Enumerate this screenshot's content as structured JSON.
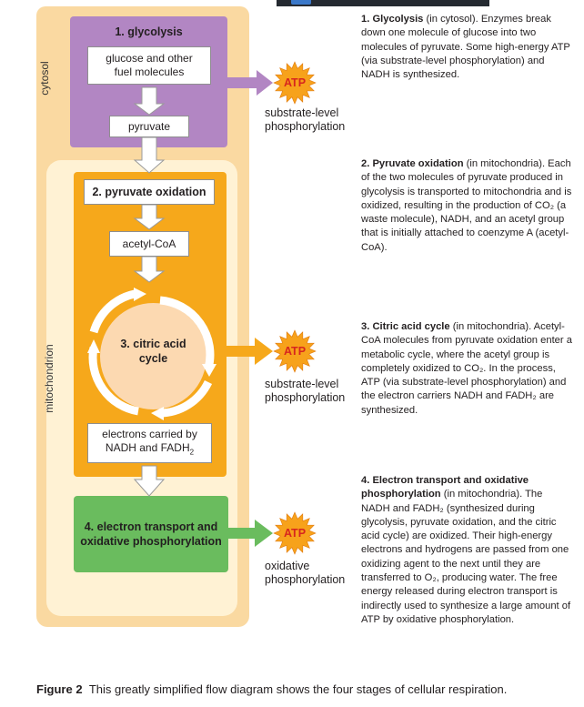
{
  "regions": {
    "cytosol": "cytosol",
    "mitochondrion": "mitochondrion"
  },
  "stages": {
    "glycolysis": "1. glycolysis",
    "glucose": "glucose and other fuel molecules",
    "pyruvate": "pyruvate",
    "pyruvate_oxidation": "2. pyruvate oxidation",
    "acetyl_coa": "acetyl-CoA",
    "citric_acid_cycle": "3. citric acid cycle",
    "electrons": "electrons carried by NADH and FADH",
    "electrons_sub": "2",
    "etc": "4. electron transport and oxidative phosphorylation"
  },
  "atp": {
    "label": "ATP",
    "substrate_level": "substrate-level phosphorylation",
    "oxidative": "oxidative phosphorylation"
  },
  "descriptions": [
    {
      "title": "1. Glycolysis",
      "text": "(in cytosol). Enzymes break down one molecule of glucose into two molecules of pyruvate. Some high-energy ATP (via substrate-level phosphorylation) and NADH is synthesized."
    },
    {
      "title": "2. Pyruvate oxidation",
      "text": "(in mitochondria). Each of the two molecules of pyruvate produced in glycolysis is transported to mitochondria and is oxidized, resulting in the production of CO₂ (a waste molecule), NADH, and an acetyl group that is initially attached to coenzyme A (acetyl-CoA)."
    },
    {
      "title": "3. Citric acid cycle",
      "text": "(in mitochondria). Acetyl-CoA molecules from pyruvate oxidation enter a metabolic cycle, where the acetyl group is completely oxidized to CO₂. In the process, ATP (via substrate-level phosphorylation) and the electron carriers NADH and FADH₂ are synthesized."
    },
    {
      "title": "4. Electron transport and oxidative phosphorylation",
      "text": "(in mitochondria). The NADH and FADH₂ (synthesized during glycolysis, pyruvate oxidation, and the citric acid cycle) are oxidized. Their high-energy electrons and hydrogens are passed from one oxidizing agent to the next until they are transferred to O₂, producing water. The free energy released during electron transport is indirectly used to synthesize a large amount of ATP by oxidative phosphorylation."
    }
  ],
  "caption": {
    "label": "Figure 2",
    "text": "This greatly simplified flow diagram shows the four stages of cellular respiration."
  },
  "colors": {
    "cytosol_bg": "#fad9a1",
    "glycolysis": "#b286c3",
    "mitochondria": "#f6a81b",
    "etc": "#6abc5e",
    "atp_star": "#f7a21b",
    "atp_text": "#d7261e"
  }
}
